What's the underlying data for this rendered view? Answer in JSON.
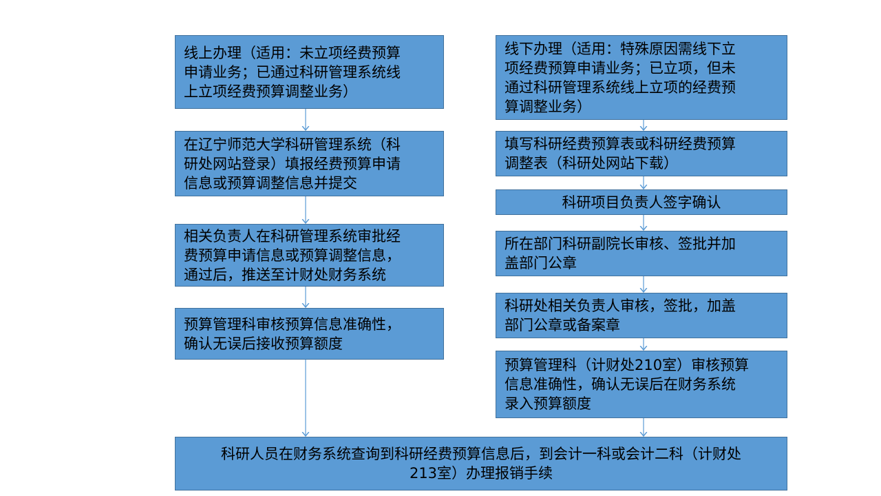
{
  "left_column": {
    "step1": "线上办理（适用：未立项经费预算\n申请业务；已通过科研管理系统线\n上立项经费预算调整业务）",
    "step2": "在辽宁师范大学科研管理系统（科\n研处网站登录）填报经费预算申请\n信息或预算调整信息并提交",
    "step3": "相关负责人在科研管理系统审批经\n费预算申请信息或预算调整信息，\n通过后，推送至计财处财务系统",
    "step4": "预算管理科审核预算信息准确性，\n确认无误后接收预算额度"
  },
  "right_column": {
    "step1": "线下办理（适用：特殊原因需线下立\n项经费预算申请业务；已立项，但未\n通过科研管理系统线上立项的经费预\n算调整业务）",
    "step2": "填写科研经费预算表或科研经费预算\n调整表（科研处网站下载）",
    "step3": "科研项目负责人签字确认",
    "step4": "所在部门科研副院长审核、签批并加\n盖部门公章",
    "step5": "科研处相关负责人审核，签批，加盖\n部门公章或备案章",
    "step6": "预算管理科（计财处210室）审核预算\n信息准确性，确认无误后在财务系统\n录入预算额度"
  },
  "final_step": "科研人员在财务系统查询到科研经费预算信息后，到会计一科或会计二科（计财处\n213室）办理报销手续",
  "colors": {
    "box_fill": "#5b9bd5",
    "box_border": "#41719c",
    "arrow": "#5b9bd5"
  }
}
